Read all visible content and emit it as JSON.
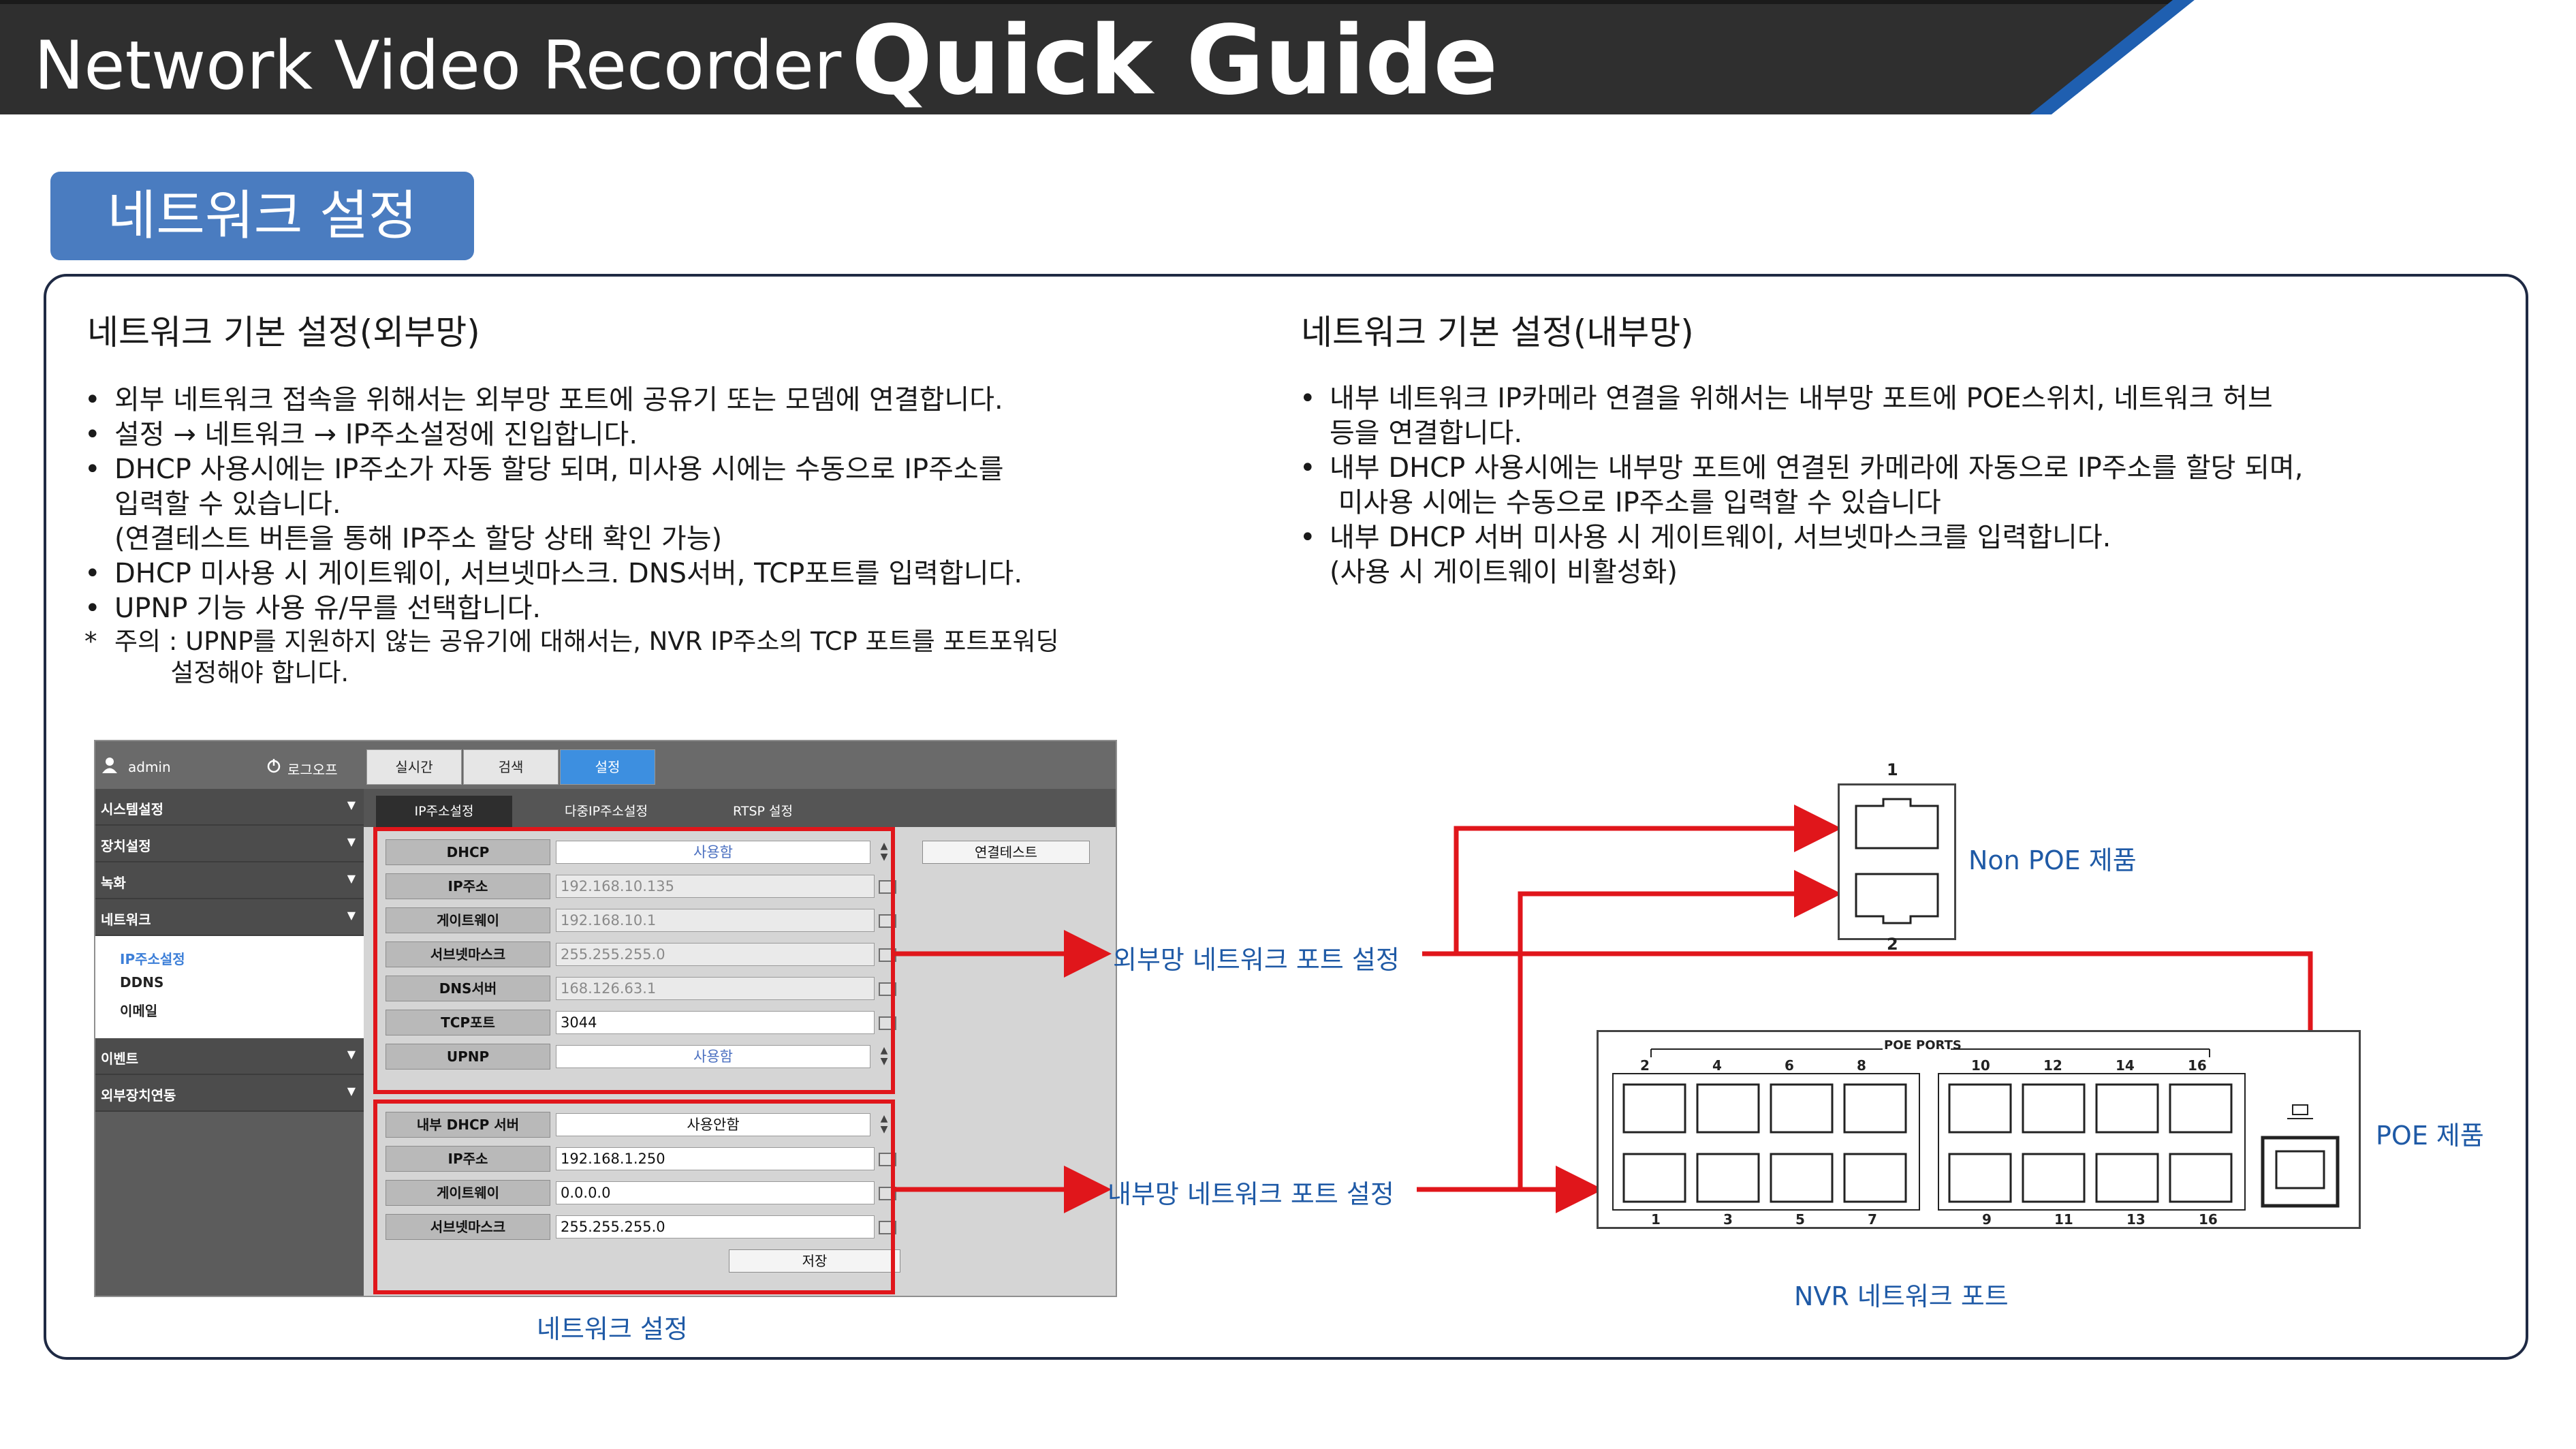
{
  "header": {
    "title": "Network Video Recorder",
    "guide": "Quick Guide"
  },
  "section": {
    "title": "네트워크 설정"
  },
  "left_column": {
    "title": "네트워크 기본 설정(외부망)",
    "bullets": [
      {
        "marker": "•",
        "lines": [
          "외부 네트워크 접속을 위해서는 외부망 포트에  공유기 또는 모뎀에 연결합니다."
        ]
      },
      {
        "marker": "•",
        "lines": [
          "설정 → 네트워크 → IP주소설정에 진입합니다."
        ]
      },
      {
        "marker": "•",
        "lines": [
          "DHCP 사용시에는 IP주소가 자동 할당 되며, 미사용 시에는 수동으로 IP주소를",
          "입력할 수 있습니다.",
          "(연결테스트 버튼을 통해 IP주소 할당 상태 확인 가능)"
        ]
      },
      {
        "marker": "•",
        "lines": [
          "DHCP 미사용 시 게이트웨이, 서브넷마스크. DNS서버, TCP포트를 입력합니다."
        ]
      },
      {
        "marker": "•",
        "lines": [
          "UPNP 기능 사용 유/무를 선택합니다."
        ]
      },
      {
        "marker": "*",
        "lines": [
          "주의 : UPNP를 지원하지 않는 공유기에 대해서는, NVR IP주소의 TCP 포트를 포트포워딩",
          "       설정해야 합니다."
        ]
      }
    ]
  },
  "right_column": {
    "title": "네트워크 기본 설정(내부망)",
    "bullets": [
      {
        "marker": "•",
        "lines": [
          "내부 네트워크 IP카메라 연결을 위해서는 내부망 포트에 POE스위치,  네트워크 허브",
          "등을 연결합니다."
        ]
      },
      {
        "marker": "•",
        "lines": [
          "내부 DHCP 사용시에는 내부망 포트에 연결된 카메라에 자동으로 IP주소를 할당 되며,",
          " 미사용 시에는 수동으로 IP주소를 입력할 수 있습니다"
        ]
      },
      {
        "marker": "•",
        "lines": [
          "내부 DHCP 서버 미사용 시 게이트웨이, 서브넷마스크를 입력합니다.",
          "(사용 시 게이트웨이 비활성화)"
        ]
      }
    ]
  },
  "nvr_ui": {
    "user": "admin",
    "logout": "로그오프",
    "tabs": [
      "실시간",
      "검색",
      "설정"
    ],
    "active_tab": "설정",
    "subtabs": [
      "IP주소설정",
      "다중IP주소설정",
      "RTSP 설정"
    ],
    "sidebar": [
      {
        "label": "시스템설정",
        "arrow": "▼"
      },
      {
        "label": "장치설정",
        "arrow": "▼"
      },
      {
        "label": "녹화",
        "arrow": "▼"
      },
      {
        "label": "네트워크",
        "arrow": "▼"
      }
    ],
    "network_submenu": [
      "IP주소설정",
      "DDNS",
      "이메일"
    ],
    "sidebar_after": [
      {
        "label": "이벤트",
        "arrow": "▼"
      },
      {
        "label": "외부장치연동",
        "arrow": "▼"
      }
    ],
    "external_rows": [
      {
        "label": "DHCP",
        "value": "사용함",
        "kind": "select"
      },
      {
        "label": "IP주소",
        "value": "192.168.10.135",
        "kind": "disabled"
      },
      {
        "label": "게이트웨이",
        "value": "192.168.10.1",
        "kind": "disabled"
      },
      {
        "label": "서브넷마스크",
        "value": "255.255.255.0",
        "kind": "disabled"
      },
      {
        "label": "DNS서버",
        "value": "168.126.63.1",
        "kind": "disabled"
      },
      {
        "label": "TCP포트",
        "value": "3044",
        "kind": "text"
      },
      {
        "label": "UPNP",
        "value": "사용함",
        "kind": "select"
      }
    ],
    "connect_test": "연결테스트",
    "internal_rows": [
      {
        "label": "내부 DHCP 서버",
        "value": "사용안함",
        "kind": "select"
      },
      {
        "label": "IP주소",
        "value": "192.168.1.250",
        "kind": "text"
      },
      {
        "label": "게이트웨이",
        "value": "0.0.0.0",
        "kind": "text"
      },
      {
        "label": "서브넷마스크",
        "value": "255.255.255.0",
        "kind": "text"
      }
    ],
    "save": "저장",
    "caption": "네트워크 설정"
  },
  "callouts": {
    "external": "외부망 네트워크 포트 설정",
    "internal": "내부망 네트워크 포트 설정"
  },
  "ports": {
    "non_poe_label": "Non POE 제품",
    "non_poe_numbers": [
      "1",
      "2"
    ],
    "poe_label": "POE 제품",
    "poe_ports_title": "POE PORTS",
    "top_numbers": [
      "2",
      "4",
      "6",
      "8",
      "10",
      "12",
      "14",
      "16"
    ],
    "bottom_numbers": [
      "1",
      "3",
      "5",
      "7",
      "9",
      "11",
      "13",
      "16"
    ],
    "caption": "NVR 네트워크 포트"
  },
  "colors": {
    "banner": "#2f2f2f",
    "pill": "#4a7cc0",
    "accent_red": "#e0161b",
    "label_blue": "#1f5aa6"
  }
}
